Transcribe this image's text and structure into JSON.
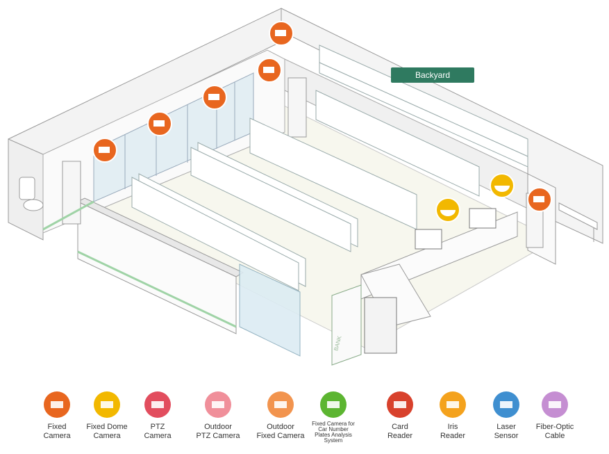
{
  "area_label": "Backyard",
  "atm_text": "BANK",
  "legend": [
    {
      "label": "Fixed\nCamera",
      "icon": "fixed-camera-icon",
      "color": "#e8661f"
    },
    {
      "label": "Fixed Dome\nCamera",
      "icon": "fixed-dome-camera-icon",
      "color": "#f2b800"
    },
    {
      "label": "PTZ\nCamera",
      "icon": "ptz-camera-icon",
      "color": "#e24d5e"
    },
    {
      "label": "Outdoor\nPTZ Camera",
      "icon": "outdoor-ptz-camera-icon",
      "color": "#f08f9a"
    },
    {
      "label": "Outdoor\nFixed Camera",
      "icon": "outdoor-fixed-camera-icon",
      "color": "#f2944e"
    },
    {
      "label": "Fixed Camera for\nCar Number\nPlates Analysis\nSystem",
      "icon": "plate-camera-icon",
      "color": "#5cb531"
    },
    {
      "label": "Card\nReader",
      "icon": "card-reader-icon",
      "color": "#d8412c"
    },
    {
      "label": "Iris\nReader",
      "icon": "iris-reader-icon",
      "color": "#f4a21d"
    },
    {
      "label": "Laser\nSensor",
      "icon": "laser-sensor-icon",
      "color": "#3f8fd0"
    },
    {
      "label": "Fiber-Optic\nCable",
      "icon": "fiber-optic-cable-icon",
      "color": "#c58ed2"
    }
  ]
}
